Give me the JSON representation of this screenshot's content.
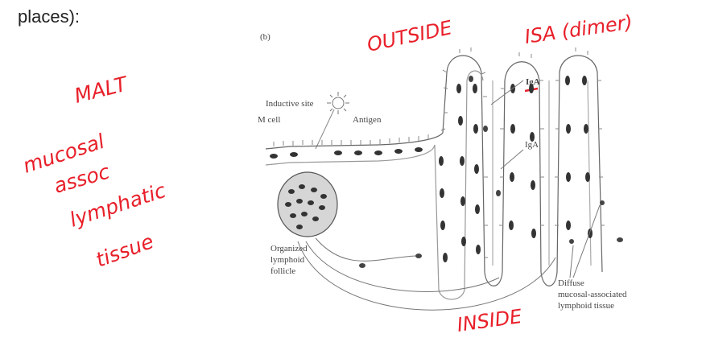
{
  "header": {
    "text": "places):"
  },
  "handwriting": {
    "malt": "MALT",
    "expansion": [
      "mucosal",
      "assoc",
      "lymphatic",
      "tissue"
    ],
    "outside": "OUTSIDE",
    "isa": "ISA (dimer)",
    "inside": "INSIDE",
    "color": "#e8202a"
  },
  "figure": {
    "panel_letter": "(b)",
    "labels": {
      "inductive_site": "Inductive site",
      "m_cell": "M cell",
      "antigen": "Antigen",
      "iga_top": "IgA",
      "iga_mid": "IgA",
      "organized": [
        "Organized",
        "lymphoid",
        "follicle"
      ],
      "diffuse": [
        "Diffuse",
        "mucosal-associated",
        "lymphoid tissue"
      ]
    }
  }
}
